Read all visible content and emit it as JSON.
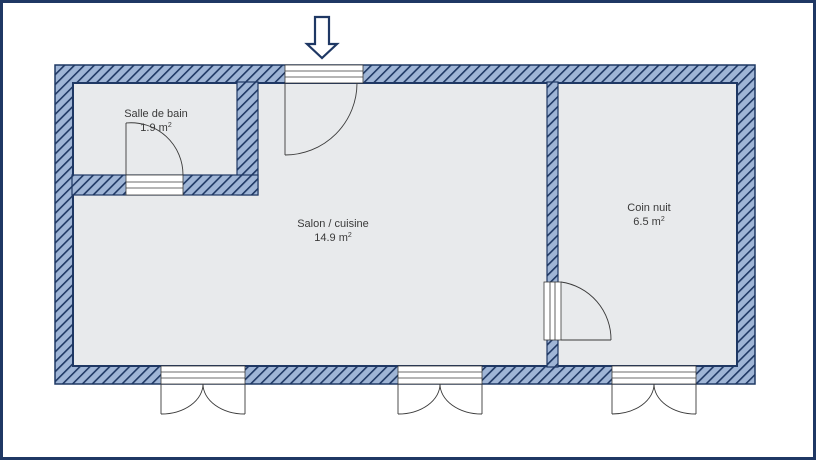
{
  "plan": {
    "entrance_marker": "arrow-down",
    "rooms": [
      {
        "name": "Salle de bain",
        "area": "1.9",
        "unit": "m",
        "unit_sup": "2"
      },
      {
        "name": "Salon / cuisine",
        "area": "14.9",
        "unit": "m",
        "unit_sup": "2"
      },
      {
        "name": "Coin nuit",
        "area": "6.5",
        "unit": "m",
        "unit_sup": "2"
      }
    ]
  },
  "colors": {
    "wall_fill": "#9fb5d6",
    "wall_hatch": "#1f3864",
    "floor": "#e8eaec",
    "frame": "#1f3864",
    "line": "#3a3a3a"
  }
}
